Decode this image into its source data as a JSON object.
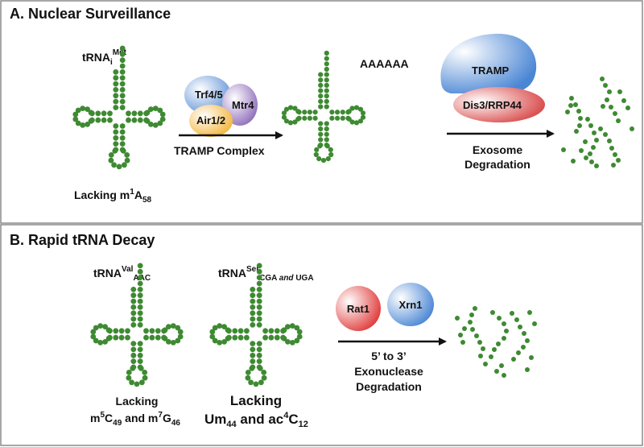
{
  "panel_a": {
    "heading": "A. Nuclear Surveillance",
    "trna": {
      "base": "tRNA",
      "sub": "i",
      "sup": "Met"
    },
    "lacking": {
      "prefix": "Lacking m",
      "sup": "1",
      "mid": "A",
      "sub": "58"
    },
    "complex_proteins": [
      "Trf4/5",
      "Mtr4",
      "Air1/2"
    ],
    "complex_label": "TRAMP Complex",
    "polya_tail": "AAAAAA",
    "tramp_label": "TRAMP",
    "dis3_label": "Dis3/RRP44",
    "step_line1": "Exosome",
    "step_line2": "Degradation"
  },
  "panel_b": {
    "heading": "B. Rapid tRNA Decay",
    "trna1": {
      "base": "tRNA",
      "sup": "Val",
      "sub": "AAC"
    },
    "trna2": {
      "base": "tRNA",
      "sup": "Ser",
      "sub1": "CGA ",
      "italic": "and",
      "sub2": " UGA"
    },
    "lacking1": {
      "line1": "Lacking",
      "p1": "m",
      "s1": "5",
      "p2": "C",
      "b1": "49",
      "p3": " and m",
      "s2": "7",
      "p4": "G",
      "b2": "46"
    },
    "lacking2": {
      "line1": "Lacking",
      "p1": "Um",
      "b1": "44",
      "p2": " and ac",
      "s1": "4",
      "p3": "C",
      "b2": "12"
    },
    "rat1_label": "Rat1",
    "xrn1_label": "Xrn1",
    "step_line1": "5’ to 3’",
    "step_line2": "Exonuclease",
    "step_line3": "Degradation"
  },
  "colors": {
    "nucleotide": "#3e8a32",
    "panel_border": "#8a8a8a",
    "trf": "#5b8fd6",
    "mtr": "#8a68b8",
    "air": "#f2b233",
    "tramp": "#4a86d4",
    "dis3": "#d53838",
    "rat1": "#e03b3b",
    "xrn1": "#4a86d4"
  }
}
